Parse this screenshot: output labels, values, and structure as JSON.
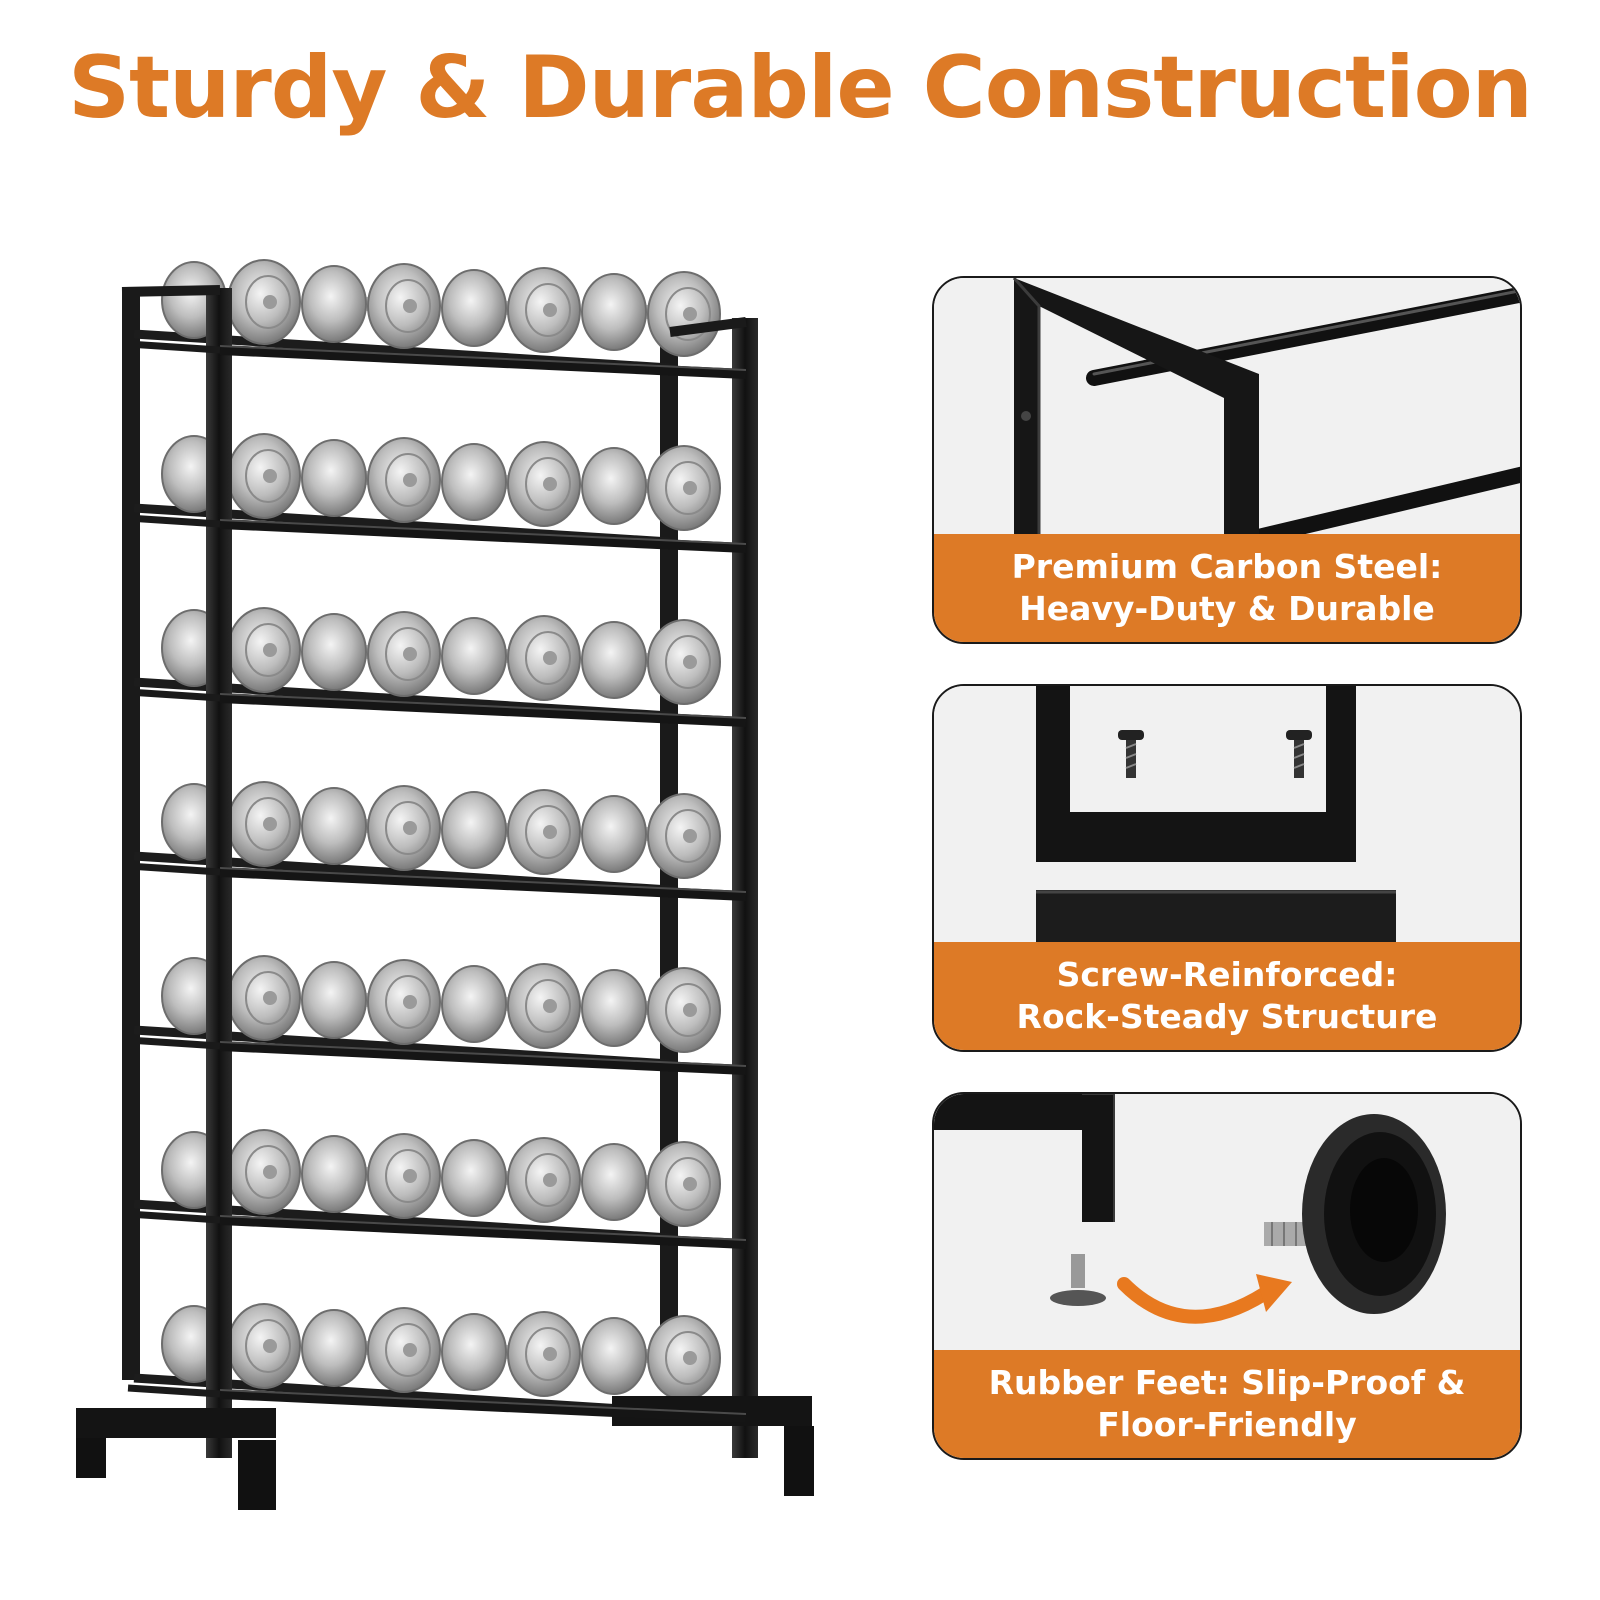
{
  "headline": "Sturdy & Durable Construction",
  "colors": {
    "accent": "#dd7a26",
    "frame": "#1a1a1a",
    "steel": "#c8c8c8",
    "card_bg": "#f1f1f1"
  },
  "product_image": {
    "subject": "dumbbell-rack-icon",
    "tiers": 7,
    "dumbbells_per_tier": 4
  },
  "features": [
    {
      "icon": "carbon-steel-frame-icon",
      "caption": "Premium Carbon Steel:\nHeavy-Duty & Durable"
    },
    {
      "icon": "screw-icon",
      "caption": "Screw-Reinforced:\nRock-Steady Structure"
    },
    {
      "icon": "rubber-foot-icon",
      "caption": "Rubber Feet: Slip-Proof &\nFloor-Friendly"
    }
  ]
}
